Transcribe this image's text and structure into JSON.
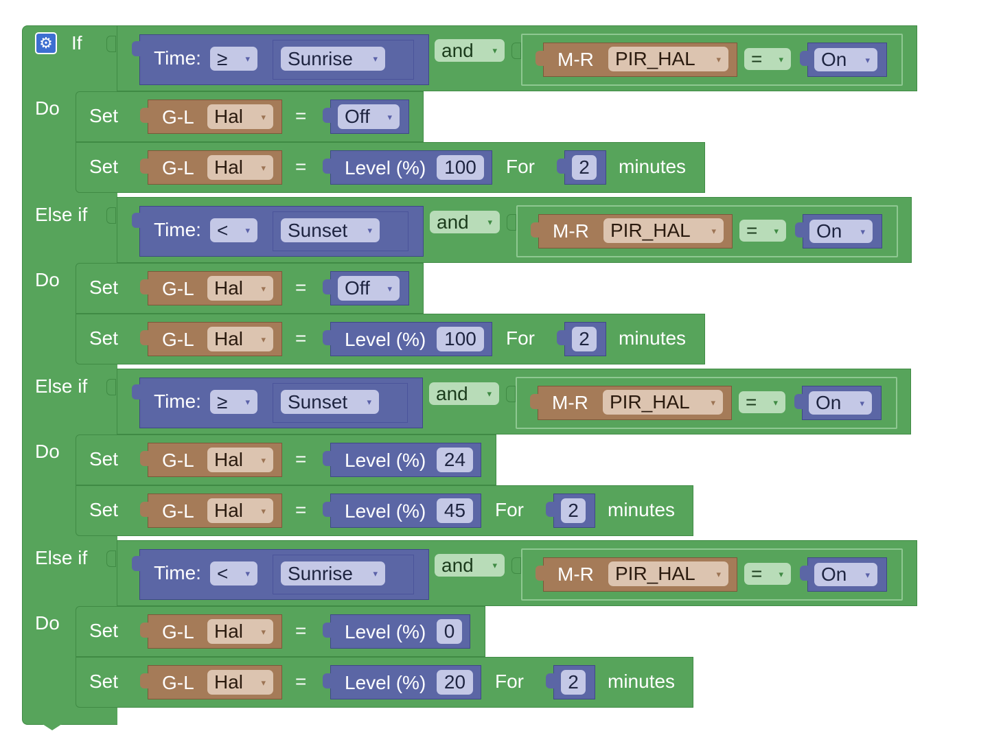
{
  "labels": {
    "if": "If",
    "else_if": "Else if",
    "do": "Do",
    "time": "Time:",
    "and": "and",
    "set": "Set",
    "equals": "=",
    "level": "Level (%)",
    "for": "For",
    "minutes": "minutes",
    "dropdown_arrow": "▾"
  },
  "icons": {
    "settings": "gear-icon"
  },
  "colors": {
    "logic_block": "#57a45b",
    "value_block": "#5b66a5",
    "device_block": "#a57b58",
    "value_field": "#c4c8e6",
    "device_field": "#dcc4b0"
  },
  "branches": [
    {
      "keyword": "If",
      "condition": {
        "time_operator": "≥",
        "time_event": "Sunrise",
        "logic": "and",
        "device_group": "M-R",
        "device": "PIR_HAL",
        "compare": "=",
        "state": "On"
      },
      "actions": [
        {
          "verb": "Set",
          "device_group": "G-L",
          "device": "Hal",
          "assign": "=",
          "value": "Off"
        },
        {
          "verb": "Set",
          "device_group": "G-L",
          "device": "Hal",
          "assign": "=",
          "value_label": "Level (%)",
          "level": "100",
          "for_label": "For",
          "duration": "2",
          "unit": "minutes"
        }
      ]
    },
    {
      "keyword": "Else if",
      "condition": {
        "time_operator": "<",
        "time_event": "Sunset",
        "logic": "and",
        "device_group": "M-R",
        "device": "PIR_HAL",
        "compare": "=",
        "state": "On"
      },
      "actions": [
        {
          "verb": "Set",
          "device_group": "G-L",
          "device": "Hal",
          "assign": "=",
          "value": "Off"
        },
        {
          "verb": "Set",
          "device_group": "G-L",
          "device": "Hal",
          "assign": "=",
          "value_label": "Level (%)",
          "level": "100",
          "for_label": "For",
          "duration": "2",
          "unit": "minutes"
        }
      ]
    },
    {
      "keyword": "Else if",
      "condition": {
        "time_operator": "≥",
        "time_event": "Sunset",
        "logic": "and",
        "device_group": "M-R",
        "device": "PIR_HAL",
        "compare": "=",
        "state": "On"
      },
      "actions": [
        {
          "verb": "Set",
          "device_group": "G-L",
          "device": "Hal",
          "assign": "=",
          "value_label": "Level (%)",
          "level": "24"
        },
        {
          "verb": "Set",
          "device_group": "G-L",
          "device": "Hal",
          "assign": "=",
          "value_label": "Level (%)",
          "level": "45",
          "for_label": "For",
          "duration": "2",
          "unit": "minutes"
        }
      ]
    },
    {
      "keyword": "Else if",
      "condition": {
        "time_operator": "<",
        "time_event": "Sunrise",
        "logic": "and",
        "device_group": "M-R",
        "device": "PIR_HAL",
        "compare": "=",
        "state": "On"
      },
      "actions": [
        {
          "verb": "Set",
          "device_group": "G-L",
          "device": "Hal",
          "assign": "=",
          "value_label": "Level (%)",
          "level": "0"
        },
        {
          "verb": "Set",
          "device_group": "G-L",
          "device": "Hal",
          "assign": "=",
          "value_label": "Level (%)",
          "level": "20",
          "for_label": "For",
          "duration": "2",
          "unit": "minutes"
        }
      ]
    }
  ]
}
